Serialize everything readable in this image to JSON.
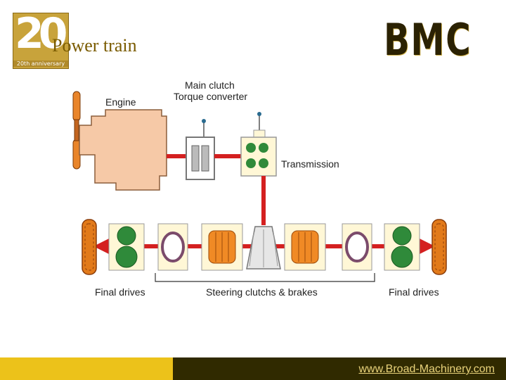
{
  "logo": {
    "number": "20",
    "caption": "20th anniversary"
  },
  "slide": {
    "title": "Power train",
    "brand": "BMC"
  },
  "diagram": {
    "engine": "Engine",
    "clutch_line1": "Main clutch",
    "clutch_line2": "Torque converter",
    "transmission": "Transmission",
    "final_drives_left": "Final drives",
    "steering": "Steering clutchs & brakes",
    "final_drives_right": "Final drives"
  },
  "footer": {
    "url": "www.Broad-Machinery.com"
  },
  "colors": {
    "accent_gold": "#ecc21a",
    "dark_bar": "#302a00",
    "engine": "#f6c9a7",
    "shaft": "#d42020",
    "gear_green": "#2f8a3a",
    "sprocket_orange": "#e27a1a"
  }
}
